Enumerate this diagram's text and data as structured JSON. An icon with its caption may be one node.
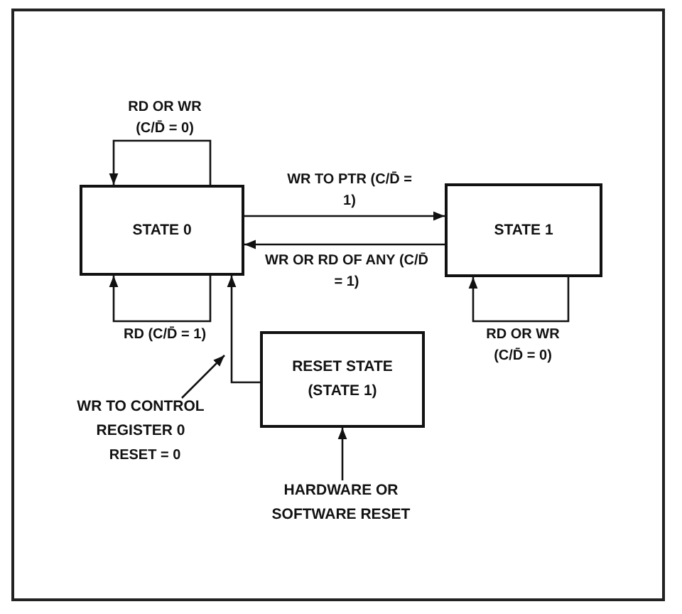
{
  "diagram": {
    "nodes": [
      {
        "text": [
          "STATE 0"
        ]
      },
      {
        "text": [
          "STATE 1"
        ]
      },
      {
        "text": [
          "RESET STATE (STATE 1)"
        ]
      },
      {
        "text": [
          "HARDWARE OR SOFTWARE RESET"
        ]
      },
      {
        "text": [
          "WR TO CONTROL REGISTER 0"
        ]
      }
    ],
    "edges": [
      {
        "from": 0,
        "to": 0,
        "arrow": "to",
        "label": "RD OR WR (C/D̄ = 0)"
      },
      {
        "from": 0,
        "to": 1,
        "arrow": "to",
        "label": "WR TO PTR (C/D̄ = 1)"
      },
      {
        "from": 1,
        "to": 0,
        "arrow": "to",
        "label": "WR OR RD OF ANY (C/D̄ = 1)"
      },
      {
        "from": 0,
        "to": 0,
        "arrow": "to",
        "label": "RD (C/D̄ = 1)"
      },
      {
        "from": 2,
        "to": 0,
        "arrow": "to"
      },
      {
        "from": 3,
        "to": 2,
        "arrow": "to"
      },
      {
        "from": 1,
        "to": 1,
        "arrow": "to",
        "label": "RD OR WR (C/D̄ = 0)"
      },
      {
        "from": 4,
        "to": null,
        "arrow": "to"
      }
    ],
    "labels": [
      "RESET = 0"
    ]
  }
}
